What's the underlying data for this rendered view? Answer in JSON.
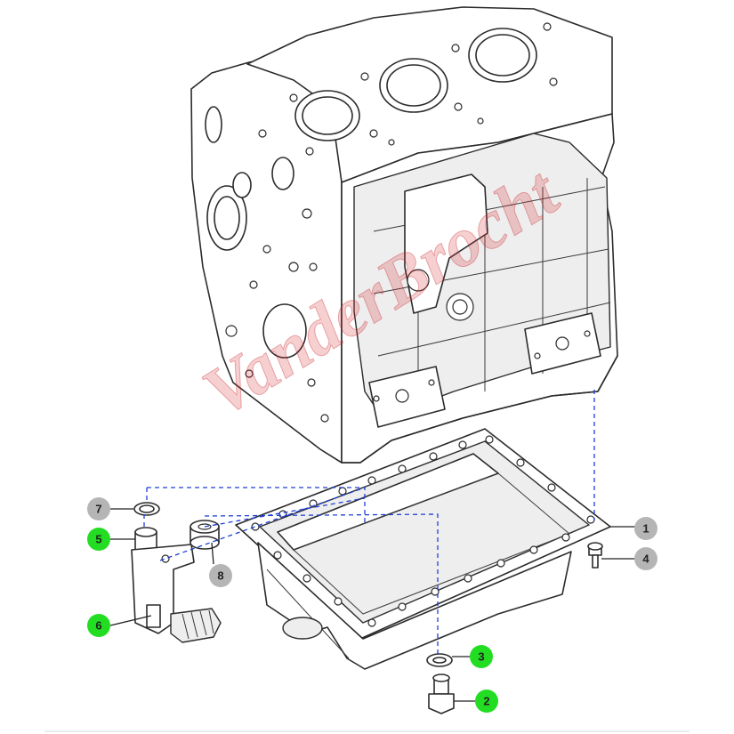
{
  "watermark": {
    "text": "VanderBrocht",
    "color": "#d6282d"
  },
  "callouts": [
    {
      "number": "1",
      "color": "#b5b5b5"
    },
    {
      "number": "2",
      "color": "#22dd22"
    },
    {
      "number": "3",
      "color": "#22dd22"
    },
    {
      "number": "4",
      "color": "#b5b5b5"
    },
    {
      "number": "5",
      "color": "#22dd22"
    },
    {
      "number": "6",
      "color": "#22dd22"
    },
    {
      "number": "7",
      "color": "#b5b5b5"
    },
    {
      "number": "8",
      "color": "#b5b5b5"
    }
  ],
  "colors": {
    "leader_lines": "#1f3fd6",
    "linework": "#2b2b2b"
  }
}
